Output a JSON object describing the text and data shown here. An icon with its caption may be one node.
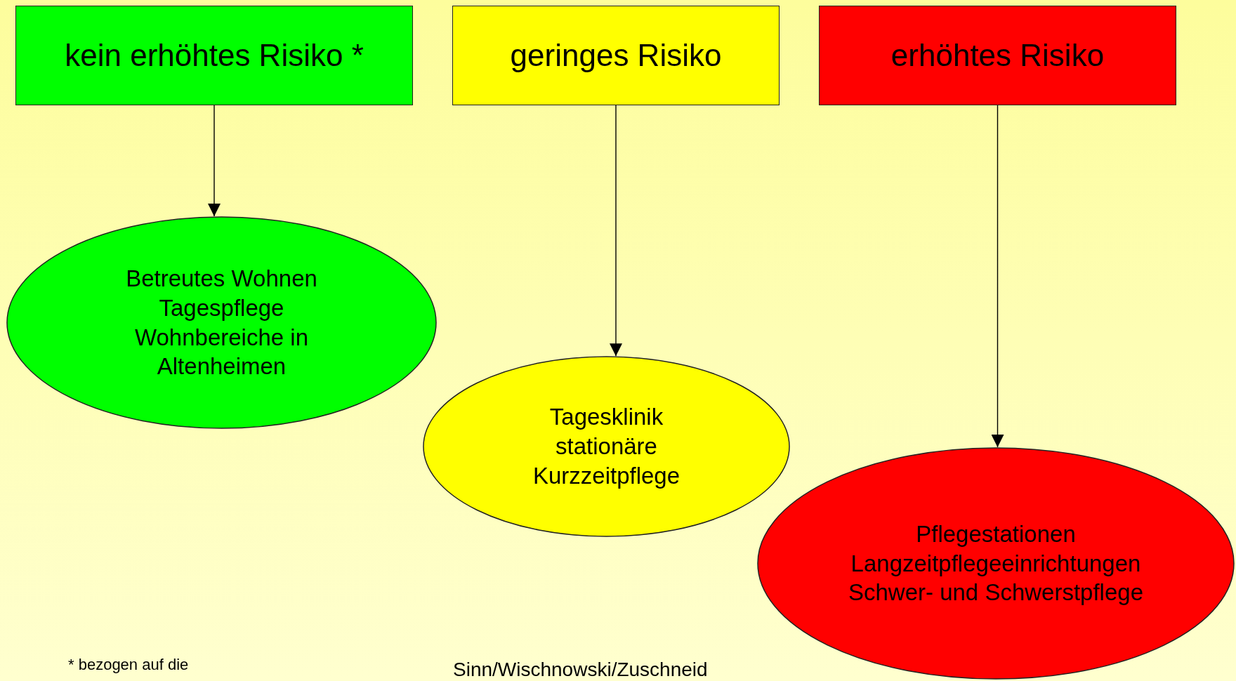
{
  "diagram": {
    "nodes": [
      {
        "text": [
          "kein erhöhtes Risiko *"
        ]
      },
      {
        "text": [
          "geringes Risiko"
        ]
      },
      {
        "text": [
          "erhöhtes Risiko"
        ]
      },
      {
        "text": [
          "Betreutes Wohnen",
          "Tagespflege",
          "Wohnbereiche in Altenheimen"
        ]
      },
      {
        "text": [
          "Tagesklinik",
          "stationäre Kurzzeitpflege"
        ]
      },
      {
        "text": [
          "Pflegestationen",
          "Langzeitpflegeeinrichtungen",
          "Schwer- und Schwerstpflege"
        ]
      }
    ],
    "edges": [
      {
        "from": 0,
        "to": 3,
        "arrow": "to"
      },
      {
        "from": 1,
        "to": 4,
        "arrow": "to"
      },
      {
        "from": 2,
        "to": 5,
        "arrow": "to"
      }
    ],
    "labels": [
      "* bezogen auf die",
      "Sinn/Wischnowski/Zuschneid"
    ]
  }
}
